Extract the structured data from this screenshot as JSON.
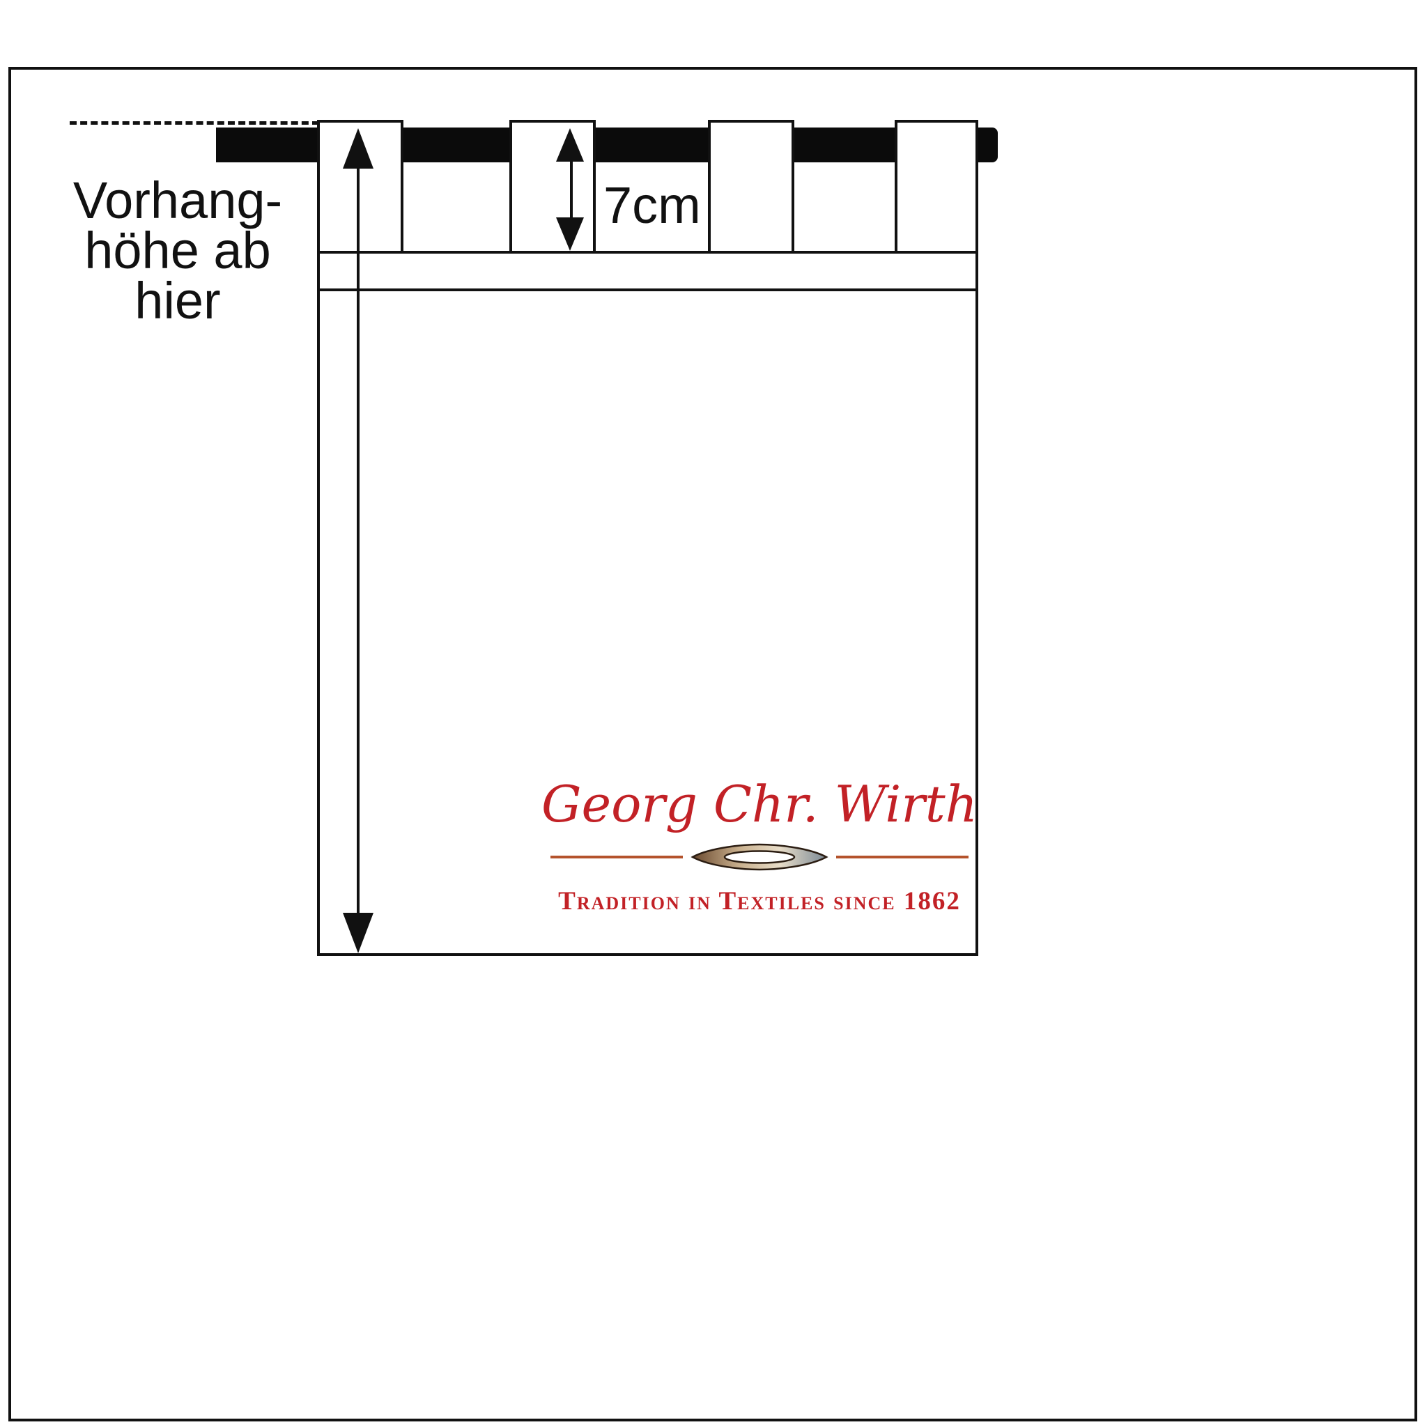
{
  "annotations": {
    "height_note": {
      "lines": [
        "Vorhang-",
        "höhe ab",
        "hier"
      ]
    },
    "tab_height": "7cm"
  },
  "logo": {
    "brand": "Georg Chr. Wirth",
    "tagline": "Tradition in Textiles since 1862"
  },
  "icons": {
    "shuttle": "weaving-shuttle-icon",
    "arrow_up": "arrow-up-icon",
    "arrow_down": "arrow-down-icon"
  },
  "colors": {
    "outline": "#111111",
    "rod": "#0b0b0b",
    "brand_red": "#c22126",
    "divider": "#b4532c",
    "background": "#ffffff"
  }
}
